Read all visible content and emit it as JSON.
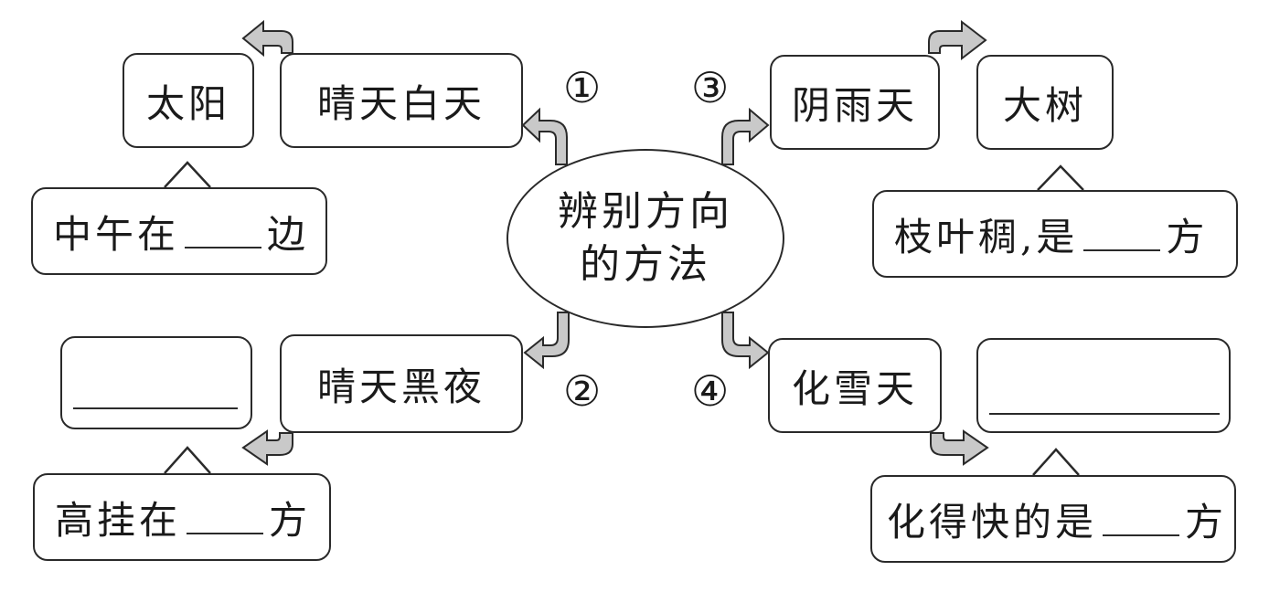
{
  "center": {
    "line1": "辨别方向",
    "line2": "的方法"
  },
  "markers": {
    "m1": "①",
    "m2": "②",
    "m3": "③",
    "m4": "④"
  },
  "branch1": {
    "main": "晴天白天",
    "object": "太阳",
    "hint_prefix": "中午在",
    "hint_suffix": "边"
  },
  "branch2": {
    "main": "晴天黑夜",
    "object": "",
    "hint_prefix": "高挂在",
    "hint_suffix": "方"
  },
  "branch3": {
    "main": "阴雨天",
    "object": "大树",
    "hint_prefix": "枝叶稠,是",
    "hint_suffix": "方"
  },
  "branch4": {
    "main": "化雪天",
    "object": "",
    "hint_prefix": "化得快的是",
    "hint_suffix": "方"
  },
  "colors": {
    "arrow_fill": "#c9c9c9",
    "stroke": "#2a2a2a"
  }
}
